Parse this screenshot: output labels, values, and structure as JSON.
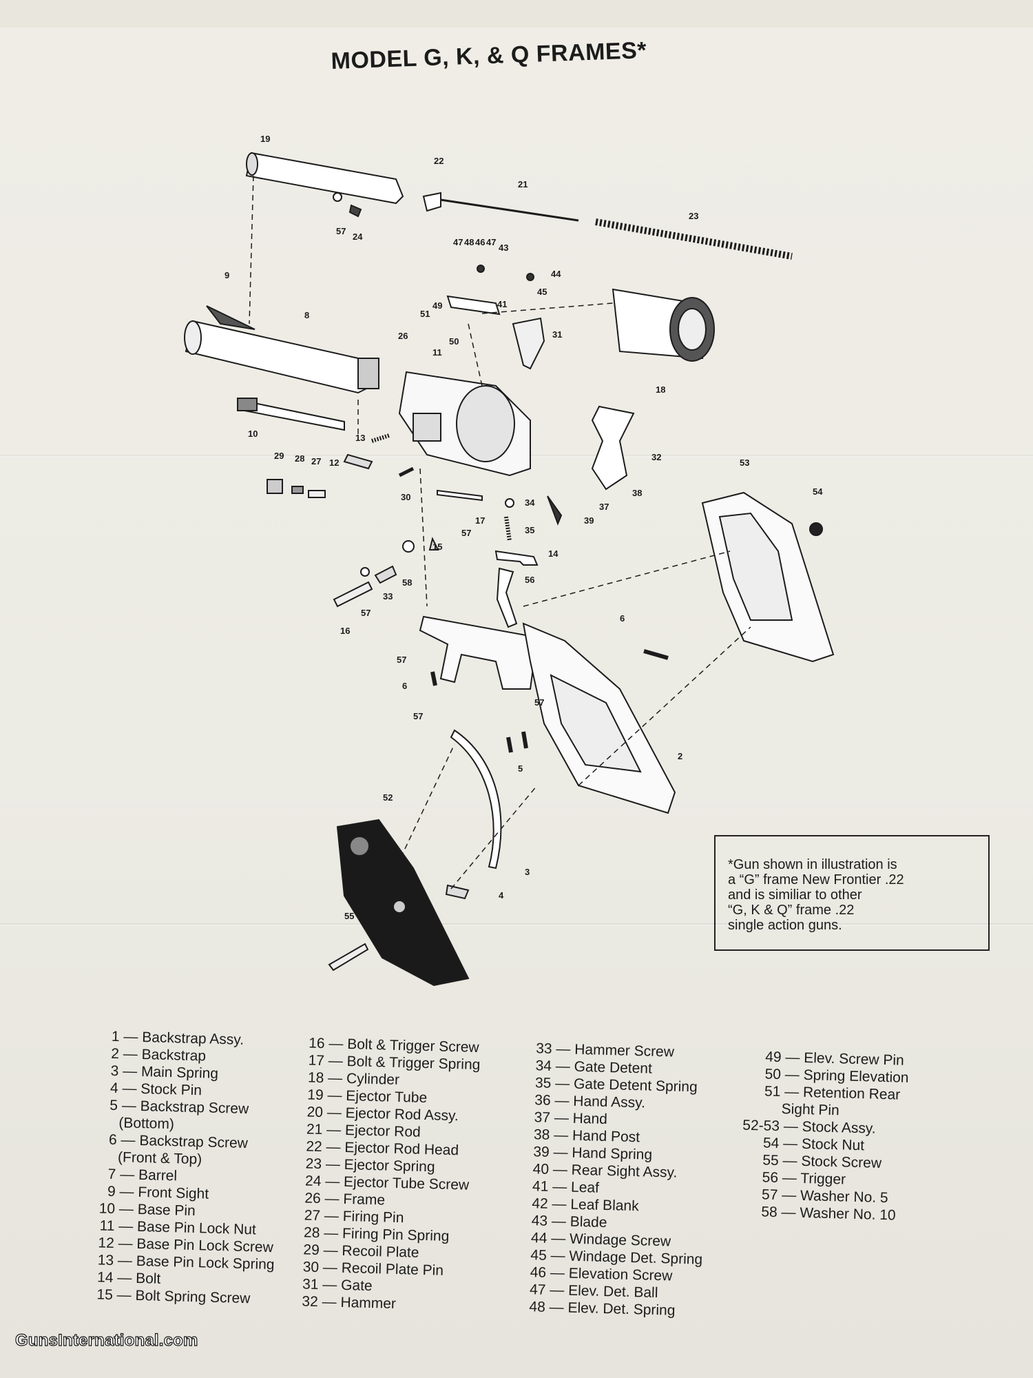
{
  "title": "MODEL G, K, & Q FRAMES*",
  "note_lines": [
    "*Gun shown in illustration is",
    "a “G” frame New Frontier .22",
    "and is similiar to other",
    "“G, K & Q” frame .22",
    "single action guns."
  ],
  "callouts": [
    "19",
    "22",
    "21",
    "23",
    "57",
    "24",
    "47",
    "48",
    "46",
    "47",
    "43",
    "44",
    "45",
    "49",
    "41",
    "51",
    "50",
    "31",
    "9",
    "8",
    "26",
    "11",
    "18",
    "10",
    "13",
    "12",
    "29",
    "28",
    "27",
    "30",
    "32",
    "34",
    "38",
    "37",
    "39",
    "53",
    "54",
    "17",
    "57",
    "15",
    "35",
    "14",
    "56",
    "33",
    "58",
    "16",
    "57",
    "57",
    "6",
    "6",
    "57",
    "57",
    "5",
    "2",
    "52",
    "3",
    "4",
    "55"
  ],
  "parts_columns": [
    [
      {
        "n": "1",
        "label": "Backstrap Assy."
      },
      {
        "n": "2",
        "label": "Backstrap"
      },
      {
        "n": "3",
        "label": "Main Spring"
      },
      {
        "n": "4",
        "label": "Stock Pin"
      },
      {
        "n": "5",
        "label": "Backstrap Screw",
        "cont": "(Bottom)"
      },
      {
        "n": "6",
        "label": "Backstrap Screw",
        "cont": "(Front & Top)"
      },
      {
        "n": "7",
        "label": "Barrel"
      },
      {
        "n": "9",
        "label": "Front Sight"
      },
      {
        "n": "10",
        "label": "Base Pin"
      },
      {
        "n": "11",
        "label": "Base Pin Lock Nut"
      },
      {
        "n": "12",
        "label": "Base Pin Lock Screw"
      },
      {
        "n": "13",
        "label": "Base Pin Lock Spring"
      },
      {
        "n": "14",
        "label": "Bolt"
      },
      {
        "n": "15",
        "label": "Bolt Spring Screw"
      }
    ],
    [
      {
        "n": "16",
        "label": "Bolt & Trigger Screw"
      },
      {
        "n": "17",
        "label": "Bolt & Trigger Spring"
      },
      {
        "n": "18",
        "label": "Cylinder"
      },
      {
        "n": "19",
        "label": "Ejector Tube"
      },
      {
        "n": "20",
        "label": "Ejector Rod Assy."
      },
      {
        "n": "21",
        "label": "Ejector Rod"
      },
      {
        "n": "22",
        "label": "Ejector Rod Head"
      },
      {
        "n": "23",
        "label": "Ejector Spring"
      },
      {
        "n": "24",
        "label": "Ejector Tube Screw"
      },
      {
        "n": "26",
        "label": "Frame"
      },
      {
        "n": "27",
        "label": "Firing Pin"
      },
      {
        "n": "28",
        "label": "Firing Pin Spring"
      },
      {
        "n": "29",
        "label": "Recoil Plate"
      },
      {
        "n": "30",
        "label": "Recoil Plate Pin"
      },
      {
        "n": "31",
        "label": "Gate"
      },
      {
        "n": "32",
        "label": "Hammer"
      }
    ],
    [
      {
        "n": "33",
        "label": "Hammer Screw"
      },
      {
        "n": "34",
        "label": "Gate Detent"
      },
      {
        "n": "35",
        "label": "Gate Detent Spring"
      },
      {
        "n": "36",
        "label": "Hand Assy."
      },
      {
        "n": "37",
        "label": "Hand"
      },
      {
        "n": "38",
        "label": "Hand Post"
      },
      {
        "n": "39",
        "label": "Hand Spring"
      },
      {
        "n": "40",
        "label": "Rear Sight Assy."
      },
      {
        "n": "41",
        "label": "Leaf"
      },
      {
        "n": "42",
        "label": "Leaf Blank"
      },
      {
        "n": "43",
        "label": "Blade"
      },
      {
        "n": "44",
        "label": "Windage Screw"
      },
      {
        "n": "45",
        "label": "Windage Det. Spring"
      },
      {
        "n": "46",
        "label": "Elevation Screw"
      },
      {
        "n": "47",
        "label": "Elev. Det. Ball"
      },
      {
        "n": "48",
        "label": "Elev. Det. Spring"
      }
    ],
    [
      {
        "n": "49",
        "label": "Elev. Screw Pin"
      },
      {
        "n": "50",
        "label": "Spring Elevation"
      },
      {
        "n": "51",
        "label": "Retention Rear",
        "cont": "Sight Pin"
      },
      {
        "n": "52-53",
        "label": "Stock Assy."
      },
      {
        "n": "54",
        "label": "Stock Nut"
      },
      {
        "n": "55",
        "label": "Stock Screw"
      },
      {
        "n": "56",
        "label": "Trigger"
      },
      {
        "n": "57",
        "label": "Washer No. 5"
      },
      {
        "n": "58",
        "label": "Washer No. 10"
      }
    ]
  ],
  "watermark": "GunsInternational.com"
}
